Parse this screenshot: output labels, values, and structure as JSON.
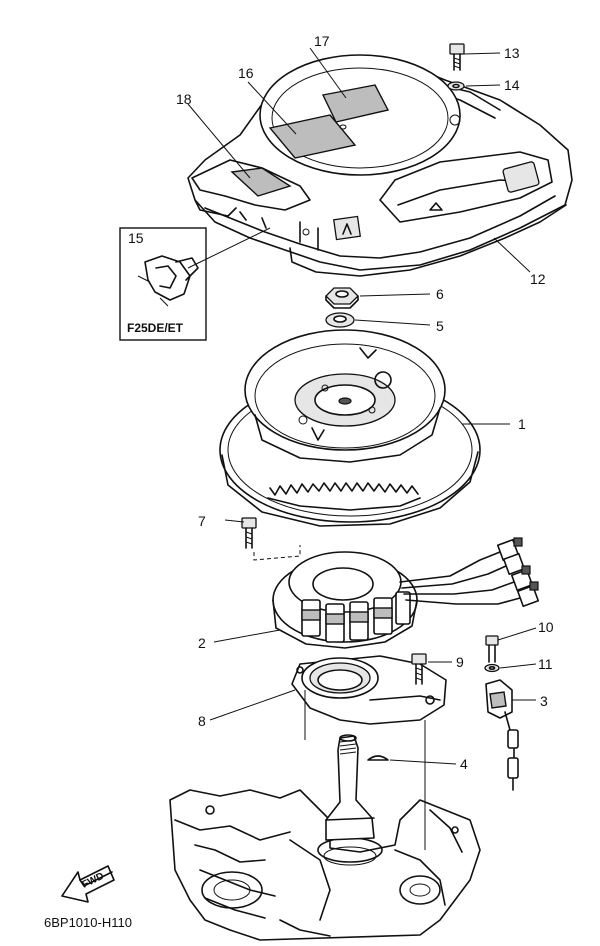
{
  "diagram_code": "6BP1010-H110",
  "inset_label": "F25DE/ET",
  "fwd_label": "FWD",
  "callouts": [
    "1",
    "2",
    "3",
    "4",
    "5",
    "6",
    "7",
    "8",
    "9",
    "10",
    "11",
    "12",
    "13",
    "14",
    "15",
    "16",
    "17",
    "18"
  ]
}
